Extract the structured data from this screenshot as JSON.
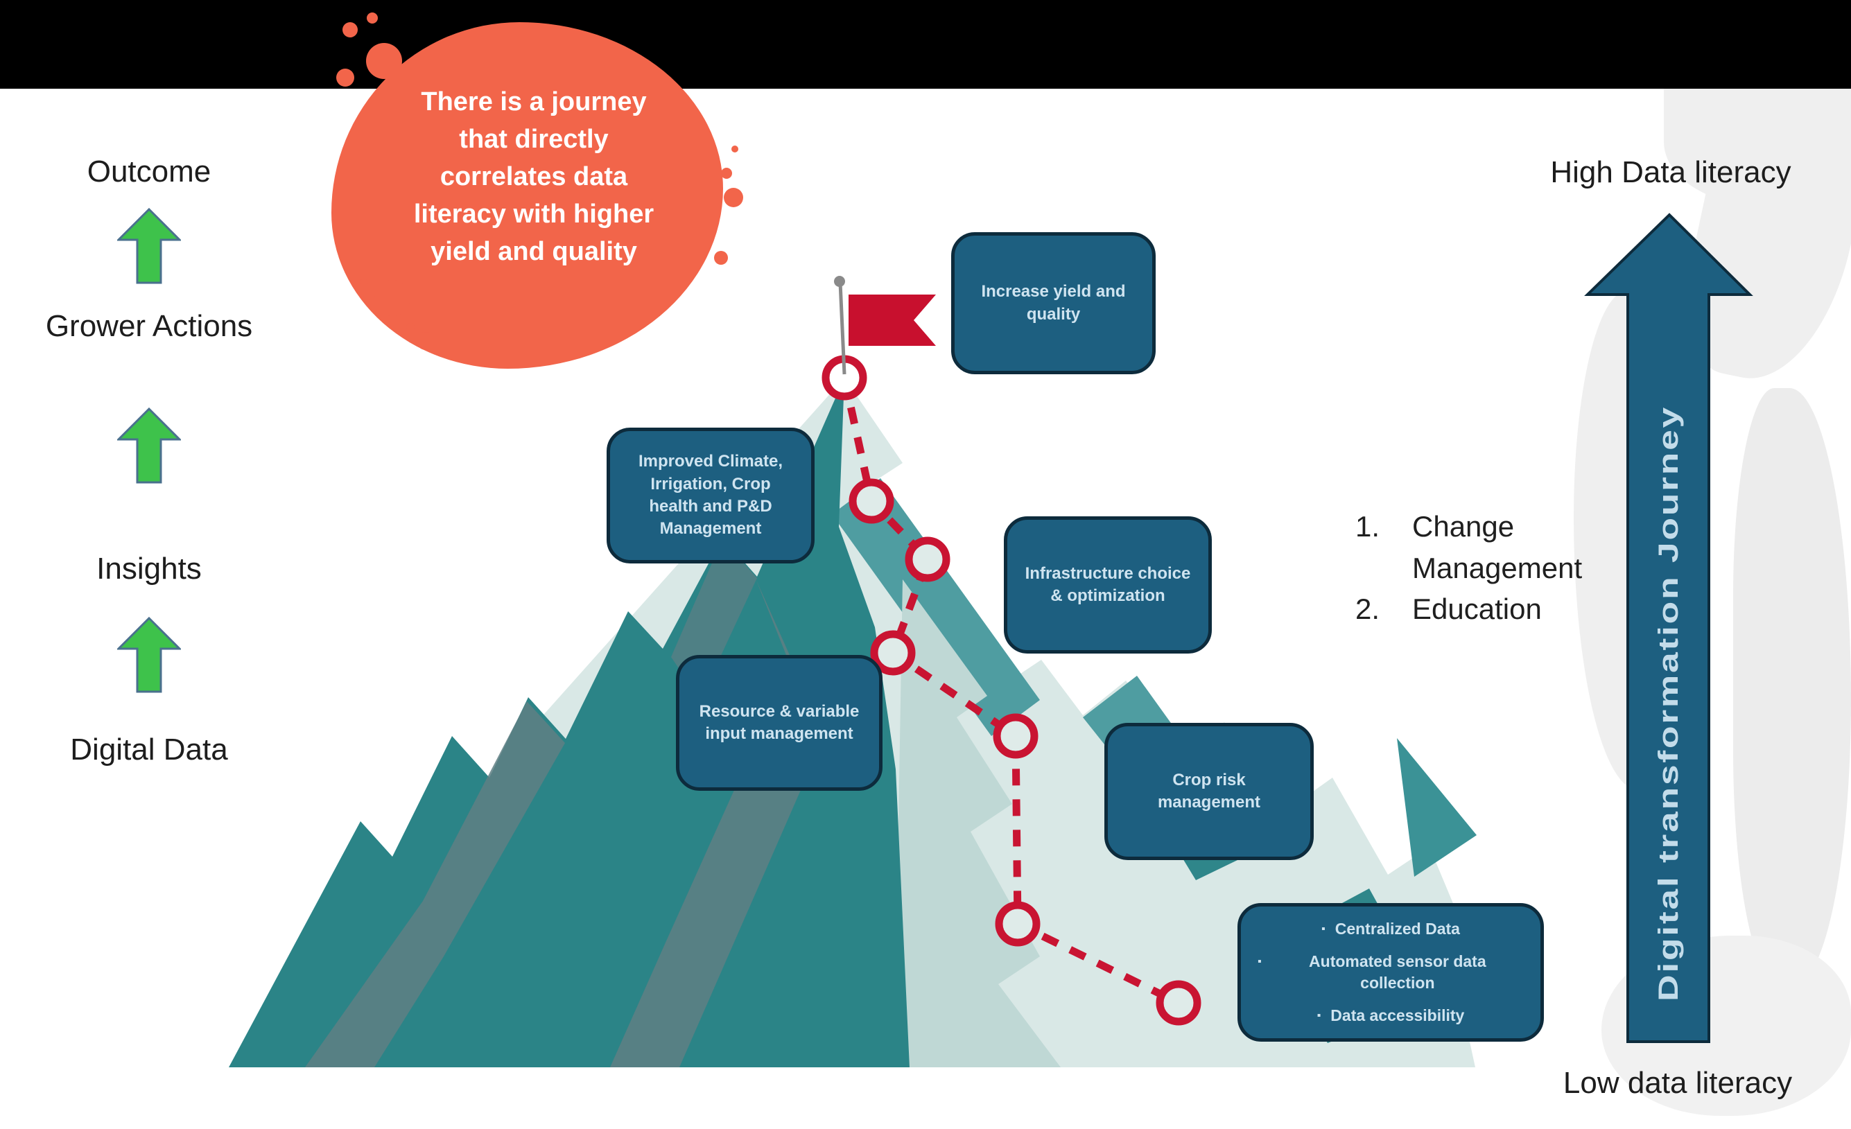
{
  "slide": {
    "callout": {
      "text": "There is a journey that directly correlates data literacy with higher yield and quality"
    },
    "ladder": {
      "items": [
        "Outcome",
        "Grower Actions",
        "Insights",
        "Digital Data"
      ]
    },
    "journey_boxes": {
      "increase_yield": "Increase yield and quality",
      "improved_climate": "Improved Climate, Irrigation, Crop health and P&D Management",
      "infrastructure": "Infrastructure choice & optimization",
      "resource": "Resource & variable input management",
      "crop_risk": "Crop risk management",
      "foundation_bullets": [
        "Centralized Data",
        "Automated sensor data collection",
        "Data accessibility"
      ]
    },
    "right_axis": {
      "high_label": "High Data literacy",
      "low_label": "Low data literacy",
      "arrow_label": "Digital transformation Journey",
      "list": [
        {
          "num": "1.",
          "label": "Change Management"
        },
        {
          "num": "2.",
          "label": "Education"
        }
      ]
    },
    "colors": {
      "accent_orange": "#F2654A",
      "box_blue": "#1D5F80",
      "box_border": "#0D2B3C",
      "box_text": "#CFE4F0",
      "mountain_dark_teal": "#2B8487",
      "mountain_mid_teal": "#4F9DA1",
      "mountain_light_mint": "#D9E8E6",
      "mountain_gray_streak": "#5F7F84",
      "path_red": "#C91432",
      "flag_red": "#C8102E",
      "ladder_green": "#3EC24B",
      "arrow_text_blue": "#C3DCEA",
      "top_bar_black": "#000000"
    }
  }
}
